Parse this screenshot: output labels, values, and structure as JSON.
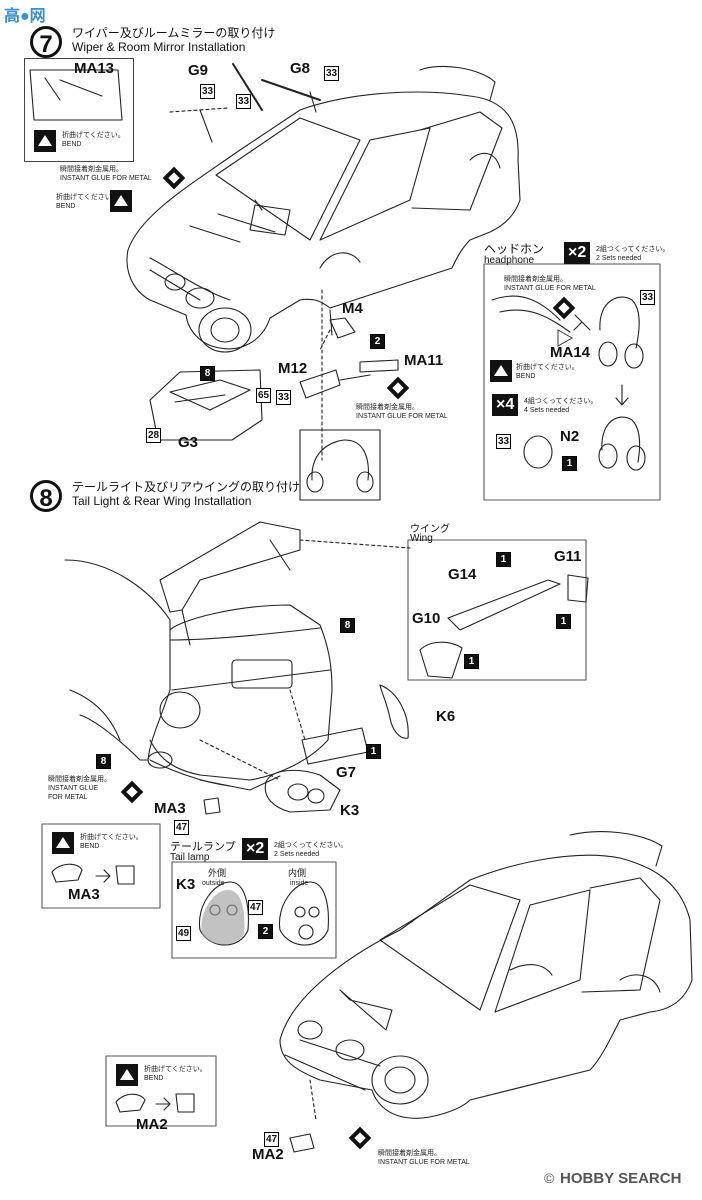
{
  "watermark": {
    "top_left": "高●网",
    "bottom_right": "HOBBY SEARCH"
  },
  "copyright": "©",
  "step7": {
    "number": "7",
    "title_jp": "ワイパー及びルームミラーの取り付け",
    "title_en": "Wiper & Room Mirror Installation",
    "labels": {
      "ma13": "MA13",
      "g9": "G9",
      "g8": "G8",
      "m4": "M4",
      "m12": "M12",
      "ma11": "MA11",
      "g3": "G3"
    },
    "part_numbers": {
      "n33a": "33",
      "n33b": "33",
      "n33c": "33",
      "n8": "8",
      "n65": "65",
      "n28": "28",
      "n2": "2",
      "n33d": "33"
    },
    "bend_note_jp": "折曲げてください。",
    "bend_note_en": "BEND",
    "glue_note_jp": "瞬間接着剤金属用。",
    "glue_note_en1": "INSTANT GLUE FOR METAL",
    "bend_note2_jp": "折曲げてください。",
    "bend_note2_en": "BEND",
    "glue_note2_jp": "瞬間接着剤金属用。",
    "glue_note2_en": "INSTANT GLUE FOR METAL"
  },
  "headphone": {
    "title_jp": "ヘッドホン",
    "title_en": "headphone",
    "mult": "×2",
    "mult_note_jp": "2組つくってください。",
    "mult_note_en": "2 Sets needed",
    "glue_jp": "瞬間接着剤金属用。",
    "glue_en": "INSTANT GLUE FOR METAL",
    "ma14": "MA14",
    "n33": "33",
    "bend_jp": "折曲げてください。",
    "bend_en": "BEND",
    "mult4": "×4",
    "mult4_note_jp": "4組つくってください。",
    "mult4_note_en": "4 Sets needed",
    "n2": "N2",
    "n33b": "33",
    "n1": "1"
  },
  "step8": {
    "number": "8",
    "title_jp": "テールライト及びリアウイングの取り付け",
    "title_en": "Tail Light & Rear Wing  Installation",
    "wing_jp": "ウイング",
    "wing_en": "Wing",
    "labels": {
      "g14": "G14",
      "g11": "G11",
      "g10": "G10",
      "k6": "K6",
      "g7": "G7",
      "k3": "K3",
      "ma3": "MA3",
      "ma3b": "MA3",
      "ma2": "MA2"
    },
    "part_numbers": {
      "w1a": "1",
      "w1b": "1",
      "w1c": "1",
      "n8a": "8",
      "n8b": "8",
      "n1": "1",
      "n47": "47",
      "n47b": "47",
      "n49": "49",
      "n2": "2",
      "n47c": "47"
    },
    "glue_jp": "瞬間接着剤金属用。",
    "glue_en1": "INSTANT GLUE",
    "glue_en2": "FOR METAL",
    "bend_jp": "折曲げてください。",
    "bend_en": "BEND",
    "taillamp_jp": "テールランプ",
    "taillamp_en": "Tail lamp",
    "mult": "×2",
    "mult_note_jp": "2組つくってください。",
    "mult_note_en": "2 Sets needed",
    "k3": "K3",
    "outside_jp": "外側",
    "outside_en": "outside",
    "inside_jp": "内側",
    "inside_en": "inside",
    "bend2_jp": "折曲げてください。",
    "bend2_en": "BEND",
    "glue2_jp": "瞬間接着剤金属用。",
    "glue2_en": "INSTANT GLUE FOR METAL"
  }
}
